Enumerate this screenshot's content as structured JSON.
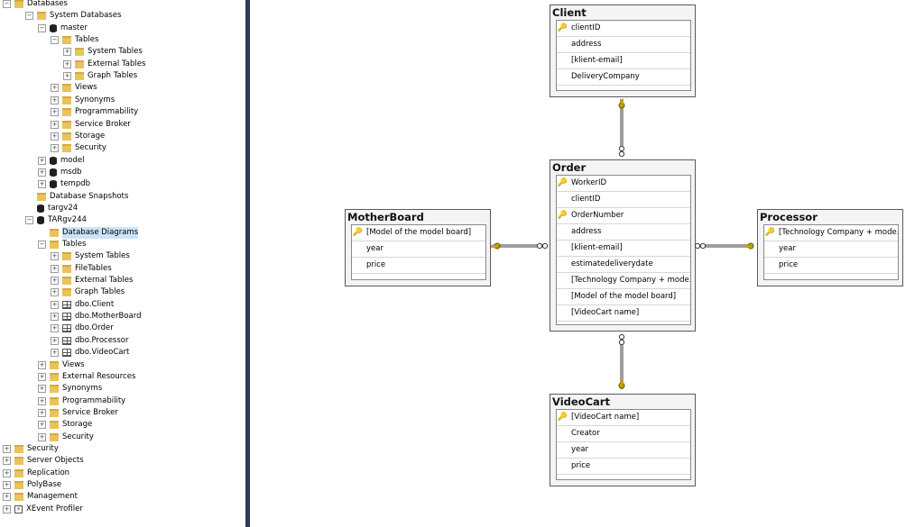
{
  "object_explorer": {
    "nodes": [
      {
        "label": "Databases",
        "toggle": "−",
        "icon": "folder-icon"
      },
      {
        "label": "System Databases",
        "toggle": "−",
        "icon": "folder-icon"
      },
      {
        "label": "master",
        "toggle": "−",
        "icon": "database-icon"
      },
      {
        "label": "Tables",
        "toggle": "−",
        "icon": "folder-icon"
      },
      {
        "label": "System Tables",
        "toggle": "+",
        "icon": "folder-icon"
      },
      {
        "label": "External Tables",
        "toggle": "+",
        "icon": "folder-icon"
      },
      {
        "label": "Graph Tables",
        "toggle": "+",
        "icon": "folder-icon"
      },
      {
        "label": "Views",
        "toggle": "+",
        "icon": "folder-icon"
      },
      {
        "label": "Synonyms",
        "toggle": "+",
        "icon": "folder-icon"
      },
      {
        "label": "Programmability",
        "toggle": "+",
        "icon": "folder-icon"
      },
      {
        "label": "Service Broker",
        "toggle": "+",
        "icon": "folder-icon"
      },
      {
        "label": "Storage",
        "toggle": "+",
        "icon": "folder-icon"
      },
      {
        "label": "Security",
        "toggle": "+",
        "icon": "folder-icon"
      },
      {
        "label": "model",
        "toggle": "+",
        "icon": "database-icon"
      },
      {
        "label": "msdb",
        "toggle": "+",
        "icon": "database-icon"
      },
      {
        "label": "tempdb",
        "toggle": "+",
        "icon": "database-icon"
      },
      {
        "label": "Database Snapshots",
        "toggle": "",
        "icon": "folder-icon"
      },
      {
        "label": "targv24",
        "toggle": "",
        "icon": "database-icon"
      },
      {
        "label": "TARgv244",
        "toggle": "−",
        "icon": "database-icon"
      },
      {
        "label": "Database Diagrams",
        "toggle": "",
        "icon": "folder-icon",
        "selected": true
      },
      {
        "label": "Tables",
        "toggle": "−",
        "icon": "folder-icon"
      },
      {
        "label": "System Tables",
        "toggle": "+",
        "icon": "folder-icon"
      },
      {
        "label": "FileTables",
        "toggle": "+",
        "icon": "folder-icon"
      },
      {
        "label": "External Tables",
        "toggle": "+",
        "icon": "folder-icon"
      },
      {
        "label": "Graph Tables",
        "toggle": "+",
        "icon": "folder-icon"
      },
      {
        "label": "dbo.Client",
        "toggle": "+",
        "icon": "table-icon"
      },
      {
        "label": "dbo.MotherBoard",
        "toggle": "+",
        "icon": "table-icon"
      },
      {
        "label": "dbo.Order",
        "toggle": "+",
        "icon": "table-icon"
      },
      {
        "label": "dbo.Processor",
        "toggle": "+",
        "icon": "table-icon"
      },
      {
        "label": "dbo.VideoCart",
        "toggle": "+",
        "icon": "table-icon"
      },
      {
        "label": "Views",
        "toggle": "+",
        "icon": "folder-icon"
      },
      {
        "label": "External Resources",
        "toggle": "+",
        "icon": "folder-icon"
      },
      {
        "label": "Synonyms",
        "toggle": "+",
        "icon": "folder-icon"
      },
      {
        "label": "Programmability",
        "toggle": "+",
        "icon": "folder-icon"
      },
      {
        "label": "Service Broker",
        "toggle": "+",
        "icon": "folder-icon"
      },
      {
        "label": "Storage",
        "toggle": "+",
        "icon": "folder-icon"
      },
      {
        "label": "Security",
        "toggle": "+",
        "icon": "folder-icon"
      },
      {
        "label": "Security",
        "toggle": "+",
        "icon": "folder-icon"
      },
      {
        "label": "Server Objects",
        "toggle": "+",
        "icon": "folder-icon"
      },
      {
        "label": "Replication",
        "toggle": "+",
        "icon": "folder-icon"
      },
      {
        "label": "PolyBase",
        "toggle": "+",
        "icon": "folder-icon"
      },
      {
        "label": "Management",
        "toggle": "+",
        "icon": "folder-icon"
      },
      {
        "label": "XEvent Profiler",
        "toggle": "+",
        "icon": "xevent-profiler-icon"
      }
    ]
  },
  "diagram": {
    "tables": {
      "client": {
        "title": "Client",
        "columns": [
          {
            "name": "clientID",
            "key": true
          },
          {
            "name": "address",
            "key": false
          },
          {
            "name": "[klient-email]",
            "key": false
          },
          {
            "name": "DeliveryCompany",
            "key": false
          }
        ]
      },
      "order": {
        "title": "Order",
        "columns": [
          {
            "name": "WorkerID",
            "key": true
          },
          {
            "name": "clientID",
            "key": false
          },
          {
            "name": "OrderNumber",
            "key": true
          },
          {
            "name": "address",
            "key": false
          },
          {
            "name": "[klient-email]",
            "key": false
          },
          {
            "name": "estimatedeliverydate",
            "key": false
          },
          {
            "name": "[Technology Company + mode...",
            "key": false
          },
          {
            "name": "[Model of the model board]",
            "key": false
          },
          {
            "name": "[VideoCart name]",
            "key": false
          }
        ]
      },
      "motherboard": {
        "title": "MotherBoard",
        "columns": [
          {
            "name": "[Model of the model board]",
            "key": true
          },
          {
            "name": "year",
            "key": false
          },
          {
            "name": "price",
            "key": false
          }
        ]
      },
      "processor": {
        "title": "Processor",
        "columns": [
          {
            "name": "[Technology Company + mode...",
            "key": true
          },
          {
            "name": "year",
            "key": false
          },
          {
            "name": "price",
            "key": false
          }
        ]
      },
      "videocart": {
        "title": "VideoCart",
        "columns": [
          {
            "name": "[VideoCart name]",
            "key": true
          },
          {
            "name": "Creator",
            "key": false
          },
          {
            "name": "year",
            "key": false
          },
          {
            "name": "price",
            "key": false
          }
        ]
      }
    },
    "colors": {
      "key": "#c7a100",
      "line": "#3c3c3c",
      "splitter": "#2b3a55"
    }
  }
}
